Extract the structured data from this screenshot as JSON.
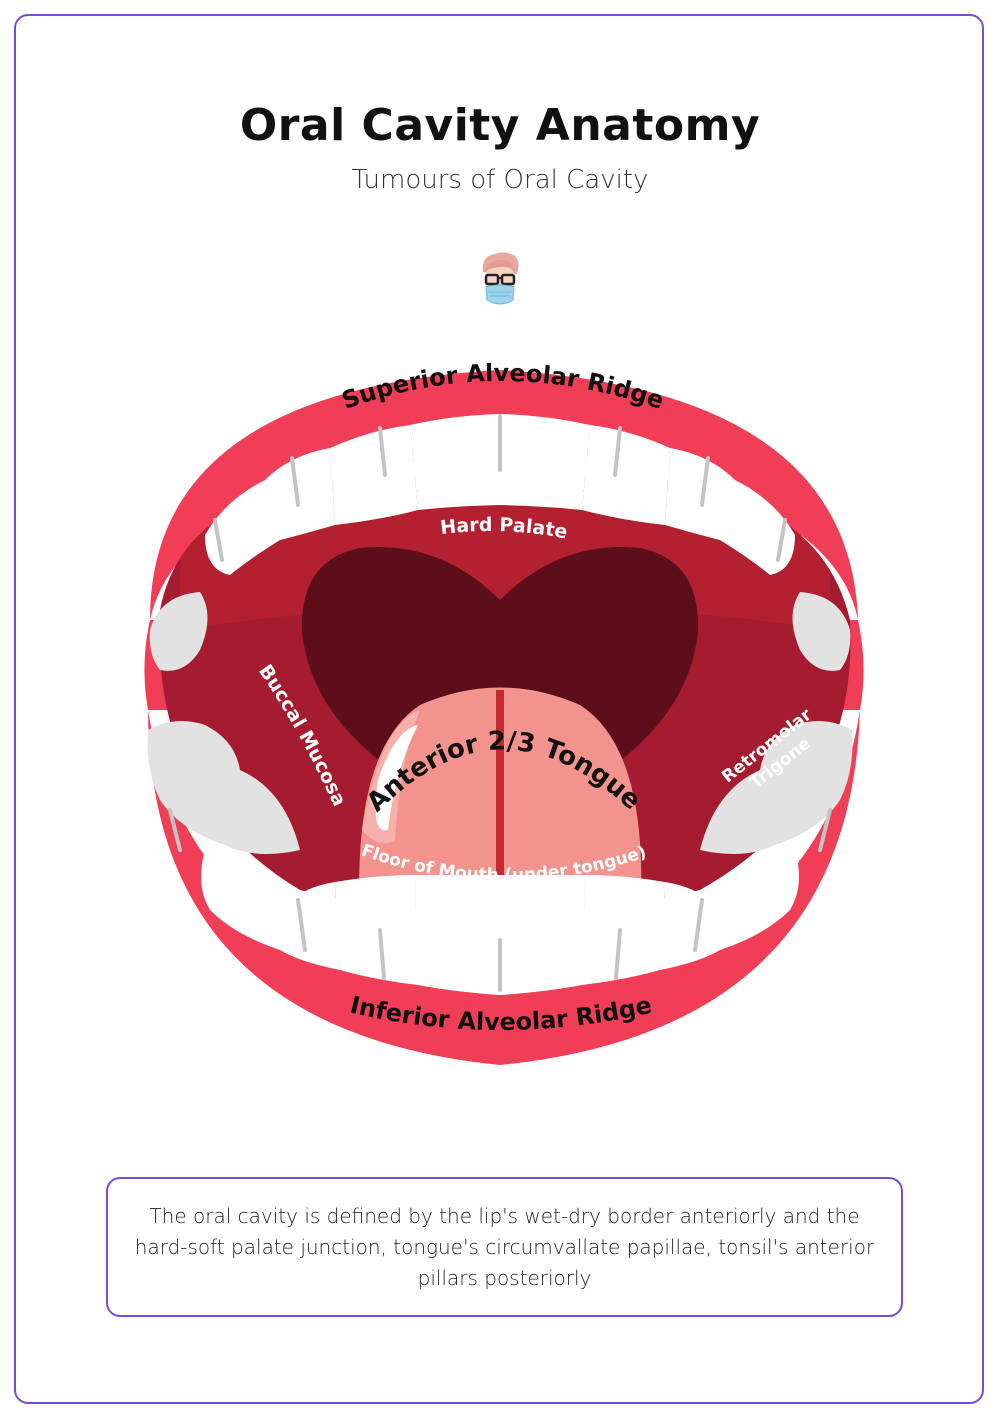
{
  "title": "Oral Cavity Anatomy",
  "subtitle": "Tumours of Oral Cavity",
  "labels": {
    "superior_alveolar_ridge": "Superior Alveolar Ridge",
    "hard_palate": "Hard Palate",
    "buccal_mucosa": "Buccal Mucosa",
    "anterior_tongue": "Anterior 2/3 Tongue",
    "retromolar_line1": "Retromolar",
    "retromolar_line2": "Trigone",
    "floor_of_mouth": "Floor of Mouth (under tongue)",
    "inferior_alveolar_ridge": "Inferior Alveolar Ridge"
  },
  "caption": "The oral cavity is defined by the lip's wet-dry border anteriorly and the hard-soft palate junction, tongue's circumvallate papillae, tonsil's anterior pillars posteriorly",
  "colors": {
    "border": "#7a4bd8",
    "lip": "#ef3e56",
    "mouth": "#a51c30",
    "throat": "#5c0f1a",
    "tongue": "#f3938e",
    "teeth": "#ffffff",
    "teeth_shadow": "#e2e2e2"
  }
}
